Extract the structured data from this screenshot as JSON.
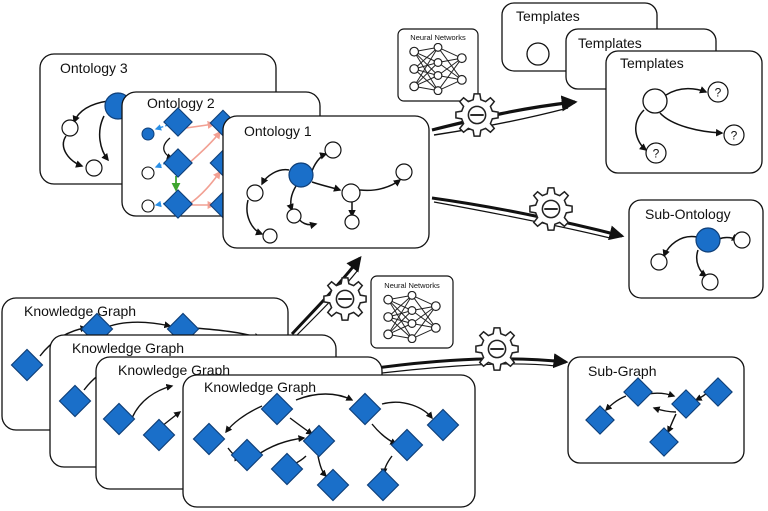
{
  "ontology_cards": [
    {
      "title": "Ontology 3"
    },
    {
      "title": "Ontology 2"
    },
    {
      "title": "Ontology 1"
    }
  ],
  "template_cards": [
    {
      "title": "Templates"
    },
    {
      "title": "Templates"
    },
    {
      "title": "Templates",
      "question_marks": [
        "?",
        "?",
        "?"
      ]
    }
  ],
  "sub_ontology": {
    "title": "Sub-Ontology"
  },
  "kg_cards": [
    {
      "title": "Knowledge Graph"
    },
    {
      "title": "Knowledge Graph"
    },
    {
      "title": "Knowledge Graph"
    },
    {
      "title": "Knowledge Graph"
    }
  ],
  "sub_graph": {
    "title": "Sub-Graph"
  },
  "neural_networks": [
    {
      "label": "Neural Networks"
    },
    {
      "label": "Neural Networks"
    }
  ],
  "colors": {
    "node_blue": "#1a6fc9",
    "node_outline": "#0f3f78",
    "card_border": "#111111",
    "ontology2_salmon": "#f2a093",
    "ontology2_green": "#3ea52f",
    "ontology2_dash": "#2a8fe6"
  }
}
